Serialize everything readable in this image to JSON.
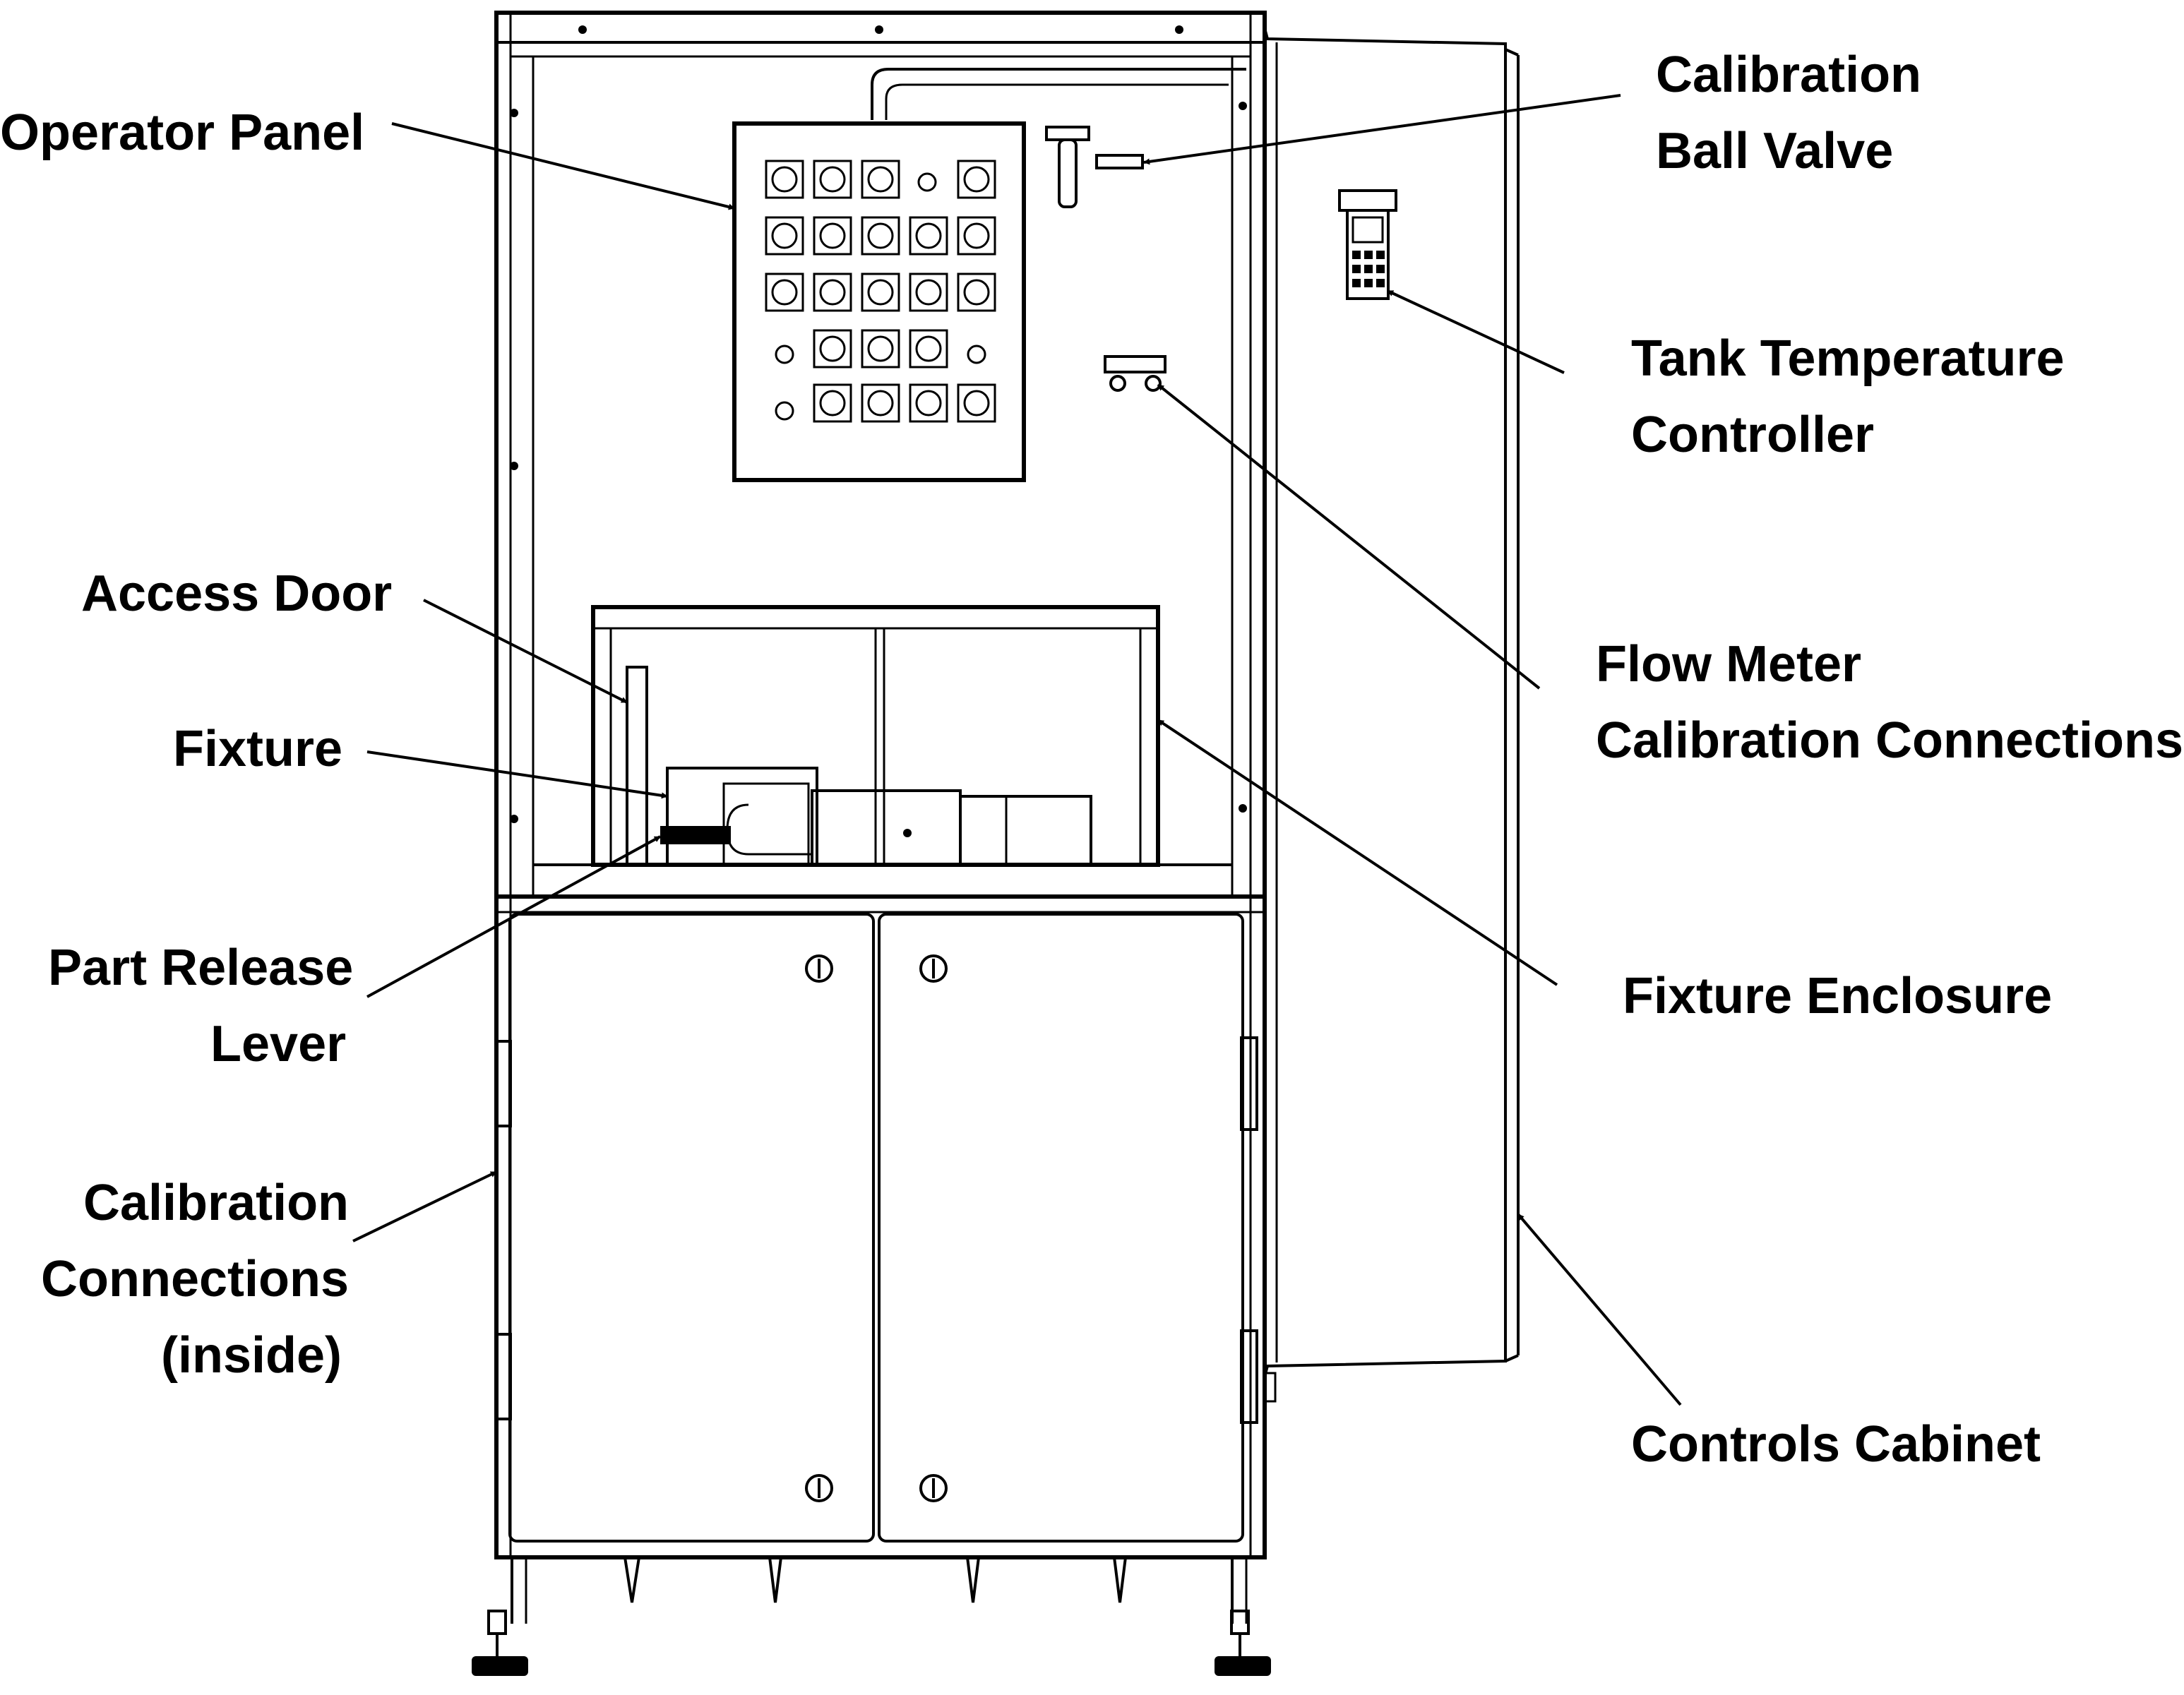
{
  "labels": {
    "operator_panel": "Operator Panel",
    "calibration_ball_valve": [
      "Calibration",
      "Ball Valve"
    ],
    "tank_temperature_controller": [
      "Tank Temperature",
      "Controller"
    ],
    "access_door": "Access Door",
    "fixture": "Fixture",
    "flow_meter_calibration_connections": [
      "Flow Meter",
      "Calibration Connections"
    ],
    "part_release_lever": [
      "Part Release",
      "Lever"
    ],
    "fixture_enclosure": "Fixture Enclosure",
    "calibration_connections_inside": [
      "Calibration",
      "Connections",
      "(inside)"
    ],
    "controls_cabinet": "Controls Cabinet"
  },
  "colors": {
    "line": "#000000",
    "background": "#ffffff"
  }
}
